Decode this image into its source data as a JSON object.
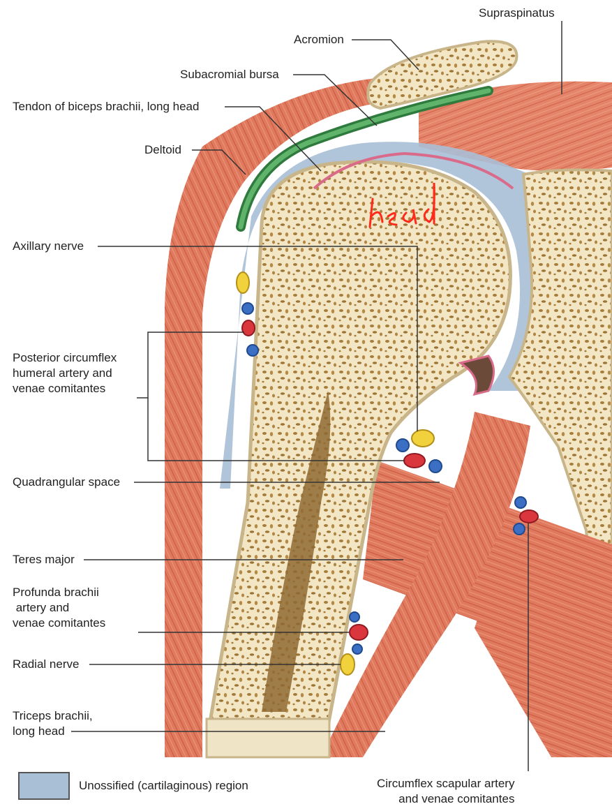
{
  "labels": {
    "supraspinatus": "Supraspinatus",
    "acromion": "Acromion",
    "subacromial_bursa": "Subacromial bursa",
    "biceps_tendon": "Tendon of biceps brachii, long head",
    "deltoid": "Deltoid",
    "axillary_nerve": "Axillary nerve",
    "posterior_circumflex": [
      "Posterior circumflex",
      "humeral artery and",
      "venae comitantes"
    ],
    "quadrangular_space": "Quadrangular space",
    "teres_major": "Teres major",
    "profunda_brachii": [
      "Profunda brachii",
      " artery and",
      "venae comitantes"
    ],
    "radial_nerve": "Radial nerve",
    "triceps": [
      "Triceps brachii,",
      "long head"
    ],
    "circumflex_scapular": [
      "Circumflex scapular artery",
      "and venae comitantes"
    ]
  },
  "annotation": "head",
  "legend": {
    "label": "Unossified (cartilaginous) region",
    "color": "#a9bfd6"
  },
  "colors": {
    "muscle": "#e07a5f",
    "muscle_dark": "#c95a43",
    "bone": "#f1e4c2",
    "bone_outline": "#c9b58a",
    "cartilage": "#a9bfd6",
    "tendon": "#3d8f4a",
    "bursa": "#d96a8a",
    "artery": "#d9363e",
    "vein": "#3a6fc4",
    "nerve": "#f2d23c",
    "annotation": "#ff2a1a"
  }
}
